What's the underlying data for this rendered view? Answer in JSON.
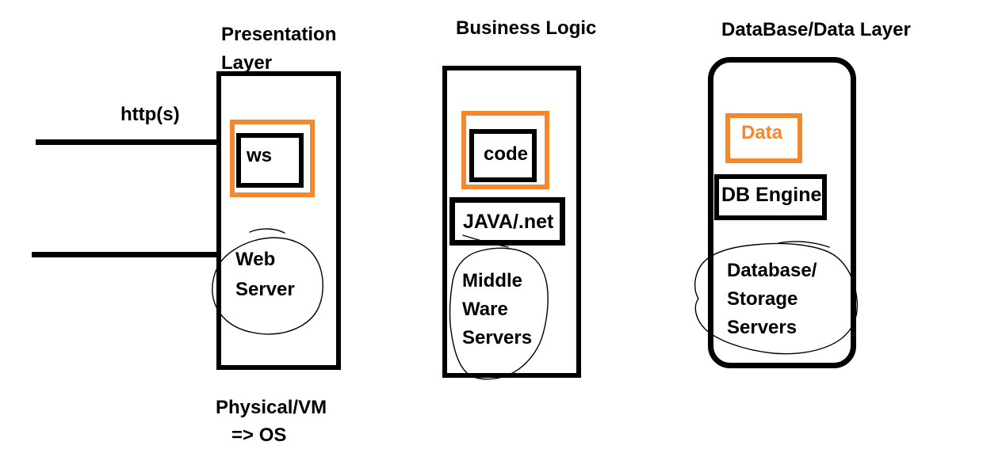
{
  "colors": {
    "accent_orange": "#F5872D",
    "ink_black": "#000000"
  },
  "diagram": {
    "http_label": "http(s)",
    "footer": {
      "line1": "Physical/VM",
      "line2": "=> OS"
    },
    "presentation": {
      "title": "Presentation\nLayer",
      "inner_box_label": "ws",
      "server_label": "Web\nServer"
    },
    "business": {
      "title": "Business Logic",
      "inner_box_label": "code",
      "runtime_box_label": "JAVA/.net",
      "server_label": "Middle\nWare\nServers"
    },
    "database": {
      "title": "DataBase/Data Layer",
      "data_box_label": "Data",
      "engine_box_label": "DB Engine",
      "server_label": "Database/\nStorage\nServers"
    }
  }
}
